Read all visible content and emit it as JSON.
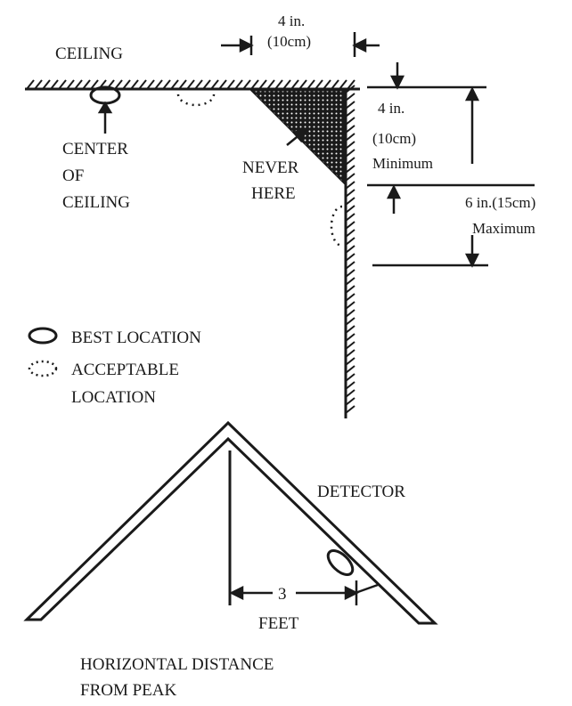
{
  "ceiling_label": "CEILING",
  "center_of_ceiling": [
    "CENTER",
    "OF",
    "CEILING"
  ],
  "never_here": [
    "NEVER",
    "HERE"
  ],
  "top_dimension": [
    "4 in.",
    "(10cm)"
  ],
  "side_min_dimension": [
    "4 in.",
    "(10cm)",
    "Minimum"
  ],
  "side_max_dimension": [
    "6 in.(15cm)",
    "Maximum"
  ],
  "legend": {
    "best": "BEST LOCATION",
    "acceptable": [
      "ACCEPTABLE",
      "LOCATION"
    ]
  },
  "detector_label": "DETECTOR",
  "peak_distance": [
    "3",
    "FEET"
  ],
  "horizontal_caption": [
    "HORIZONTAL DISTANCE",
    "FROM PEAK"
  ],
  "colors": {
    "ink": "#1a1a1a",
    "background": "#ffffff"
  }
}
